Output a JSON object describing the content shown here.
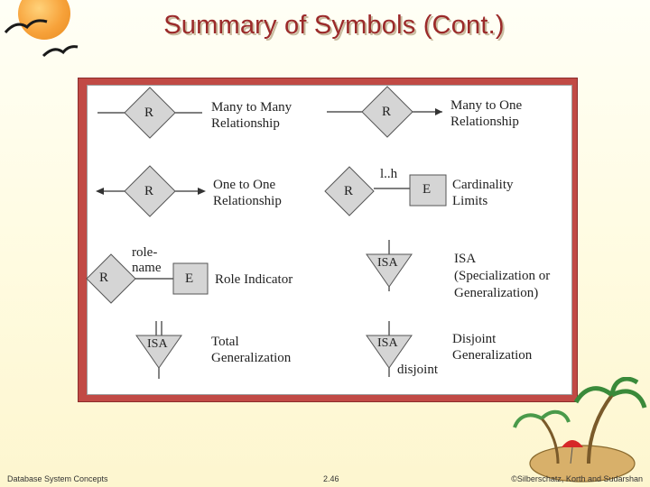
{
  "slide": {
    "title": "Summary of Symbols (Cont.)"
  },
  "symbols": {
    "many_to_many": {
      "label_line1": "Many to Many",
      "label_line2": "Relationship",
      "symbol_text": "R"
    },
    "many_to_one": {
      "label_line1": "Many to One",
      "label_line2": "Relationship",
      "symbol_text": "R"
    },
    "one_to_one": {
      "label_line1": "One to One",
      "label_line2": "Relationship",
      "symbol_text": "R"
    },
    "cardinality": {
      "label_line1": "Cardinality",
      "label_line2": "Limits",
      "relationship_text": "R",
      "entity_text": "E",
      "limit_text": "l..h"
    },
    "role": {
      "label": "Role Indicator",
      "role_line1": "role-",
      "role_line2": "name",
      "relationship_text": "R",
      "entity_text": "E"
    },
    "isa": {
      "label_line1": "ISA",
      "label_line2": "(Specialization or",
      "label_line3": "Generalization)",
      "symbol_text": "ISA"
    },
    "total": {
      "label_line1": "Total",
      "label_line2": "Generalization",
      "symbol_text": "ISA"
    },
    "disjoint": {
      "label_line1": "Disjoint",
      "label_line2": "Generalization",
      "symbol_text": "ISA",
      "note": "disjoint"
    }
  },
  "footer": {
    "left": "Database System Concepts",
    "center": "2.46",
    "right": "©Silberschatz, Korth and Sudarshan"
  },
  "colors": {
    "title": "#9b2a2a",
    "frame": "#c14a45",
    "shape_fill": "#d5d5d5"
  }
}
